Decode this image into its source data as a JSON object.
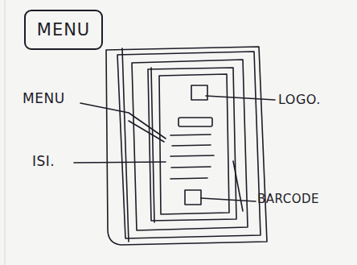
{
  "diagram": {
    "nodes": [
      {
        "text": [
          "MENU"
        ]
      }
    ],
    "labels": [
      "MENU",
      "ISI.",
      "LOGO.",
      "BARCODE"
    ]
  }
}
